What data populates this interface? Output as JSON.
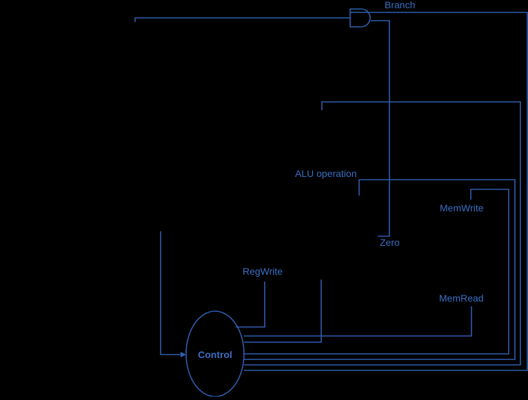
{
  "colors": {
    "background": "#000000",
    "wire": "#2f5fb0",
    "label": "#3a6fc4"
  },
  "labels": {
    "branch": "Branch",
    "alu_operation": "ALU operation",
    "memwrite": "MemWrite",
    "zero": "Zero",
    "regwrite": "RegWrite",
    "memread": "MemRead",
    "control": "Control"
  }
}
